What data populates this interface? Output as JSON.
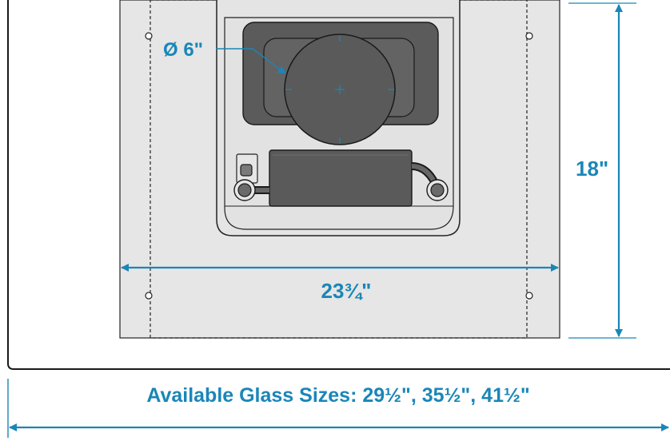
{
  "dimensions": {
    "diameter_label": "Ø 6\"",
    "height_label": "18\"",
    "width_label": "23¾\"",
    "glass_sizes_label": "Available Glass Sizes: 29½\", 35½\", 41½\""
  },
  "colors": {
    "accent": "#1a86b8",
    "panel": "#e6e6e6",
    "component_dark": "#585858",
    "outline": "#1a1a1a"
  }
}
